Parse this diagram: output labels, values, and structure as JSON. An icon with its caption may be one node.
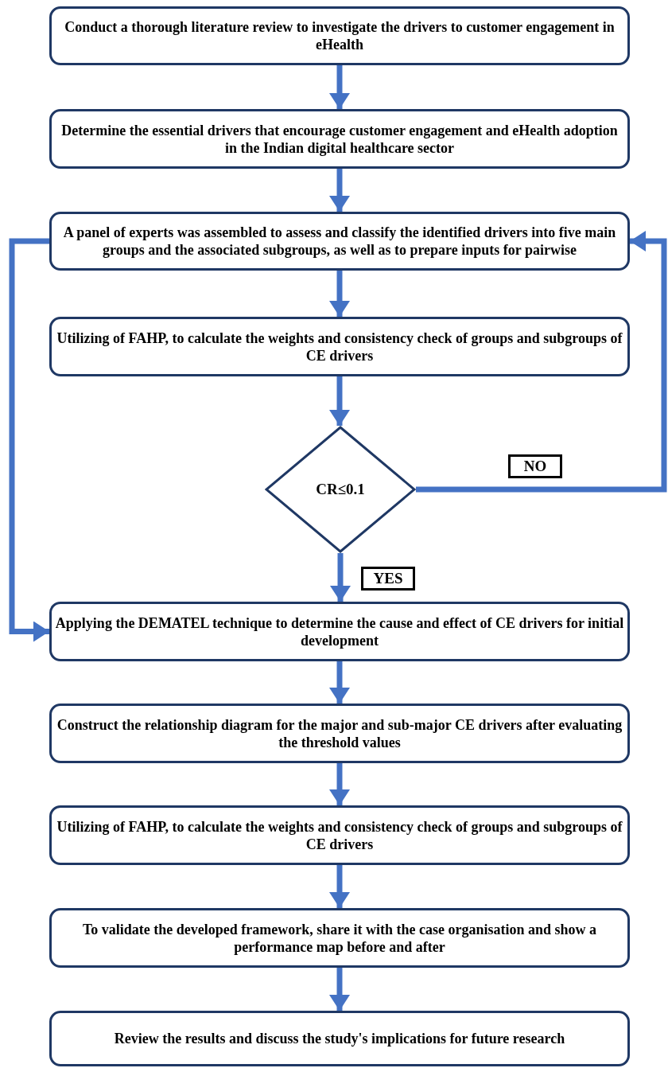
{
  "diagram": {
    "nodes": [
      {
        "text": [
          "Conduct a thorough literature review to investigate the drivers to customer engagement in eHealth"
        ]
      },
      {
        "text": [
          "Determine the essential drivers that encourage customer engagement and eHealth adoption in the Indian digital healthcare sector"
        ]
      },
      {
        "text": [
          "A panel of experts was assembled to assess and classify the identified drivers into five main groups and the associated subgroups, as well as to prepare inputs for pairwise"
        ]
      },
      {
        "text": [
          "Utilizing of FAHP, to calculate the weights and consistency check of groups and subgroups of CE drivers"
        ]
      },
      {
        "text": [
          "CR≤0.1"
        ]
      },
      {
        "text": [
          "Applying the DEMATEL technique to determine the cause and effect of CE drivers for initial development"
        ]
      },
      {
        "text": [
          "Construct the relationship diagram for the major and sub-major CE drivers after evaluating the threshold values"
        ]
      },
      {
        "text": [
          "Utilizing of FAHP, to calculate the weights and consistency check of groups and subgroups of CE drivers"
        ]
      },
      {
        "text": [
          "To validate the developed framework, share it with the case organisation and show a performance map before and after"
        ]
      },
      {
        "text": [
          "Review the results and discuss the study's implications for future research"
        ]
      }
    ],
    "edges": [
      {
        "from": 0,
        "to": 1,
        "arrow": "to"
      },
      {
        "from": 1,
        "to": 2,
        "arrow": "to"
      },
      {
        "from": 2,
        "to": 3,
        "arrow": "to"
      },
      {
        "from": 3,
        "to": 4,
        "arrow": "to"
      },
      {
        "from": 4,
        "to": 2,
        "arrow": "to",
        "label": "NO"
      },
      {
        "from": 4,
        "to": 5,
        "arrow": "to",
        "label": "YES"
      },
      {
        "from": 2,
        "to": 5,
        "arrow": "to"
      },
      {
        "from": 5,
        "to": 6,
        "arrow": "to"
      },
      {
        "from": 6,
        "to": 7,
        "arrow": "to"
      },
      {
        "from": 7,
        "to": 8,
        "arrow": "to"
      },
      {
        "from": 8,
        "to": 9,
        "arrow": "to"
      }
    ]
  }
}
